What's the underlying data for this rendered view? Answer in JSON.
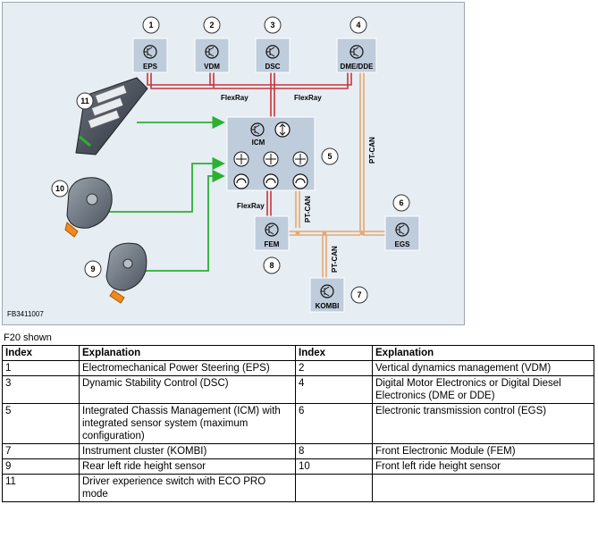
{
  "diagram": {
    "bus_labels": {
      "flexray_1": "FlexRay",
      "flexray_2": "FlexRay",
      "flexray_3": "FlexRay",
      "ptcan_1": "PT-CAN",
      "ptcan_2": "PT-CAN",
      "ptcan_3": "PT-CAN"
    },
    "modules": {
      "eps": "EPS",
      "vdm": "VDM",
      "dsc": "DSC",
      "dme": "DME/DDE",
      "icm": "ICM",
      "egs": "EGS",
      "fem": "FEM",
      "kombi": "KOMBI"
    },
    "numbers": [
      "1",
      "2",
      "3",
      "4",
      "5",
      "6",
      "7",
      "8",
      "9",
      "10",
      "11"
    ],
    "figure_code": "FB3411007",
    "colors": {
      "flexray": "#c9333a",
      "ptcan": "#e7a76e",
      "sensor_line": "#2bb032",
      "module_box": "#bfccdc"
    }
  },
  "caption": "F20 shown",
  "legend": {
    "headers": [
      "Index",
      "Explanation",
      "Index",
      "Explanation"
    ],
    "rows": [
      [
        "1",
        "Electromechanical Power Steering (EPS)",
        "2",
        "Vertical dynamics management (VDM)"
      ],
      [
        "3",
        "Dynamic Stability Control (DSC)",
        "4",
        "Digital Motor Electronics or Digital Diesel Electronics (DME or DDE)"
      ],
      [
        "5",
        "Integrated Chassis Management (ICM) with integrated sensor system (maximum configuration)",
        "6",
        "Electronic transmission control (EGS)"
      ],
      [
        "7",
        "Instrument cluster (KOMBI)",
        "8",
        "Front Electronic Module (FEM)"
      ],
      [
        "9",
        "Rear left ride height sensor",
        "10",
        "Front left ride height sensor"
      ],
      [
        "11",
        "Driver experience switch with ECO PRO mode",
        "",
        ""
      ]
    ]
  }
}
